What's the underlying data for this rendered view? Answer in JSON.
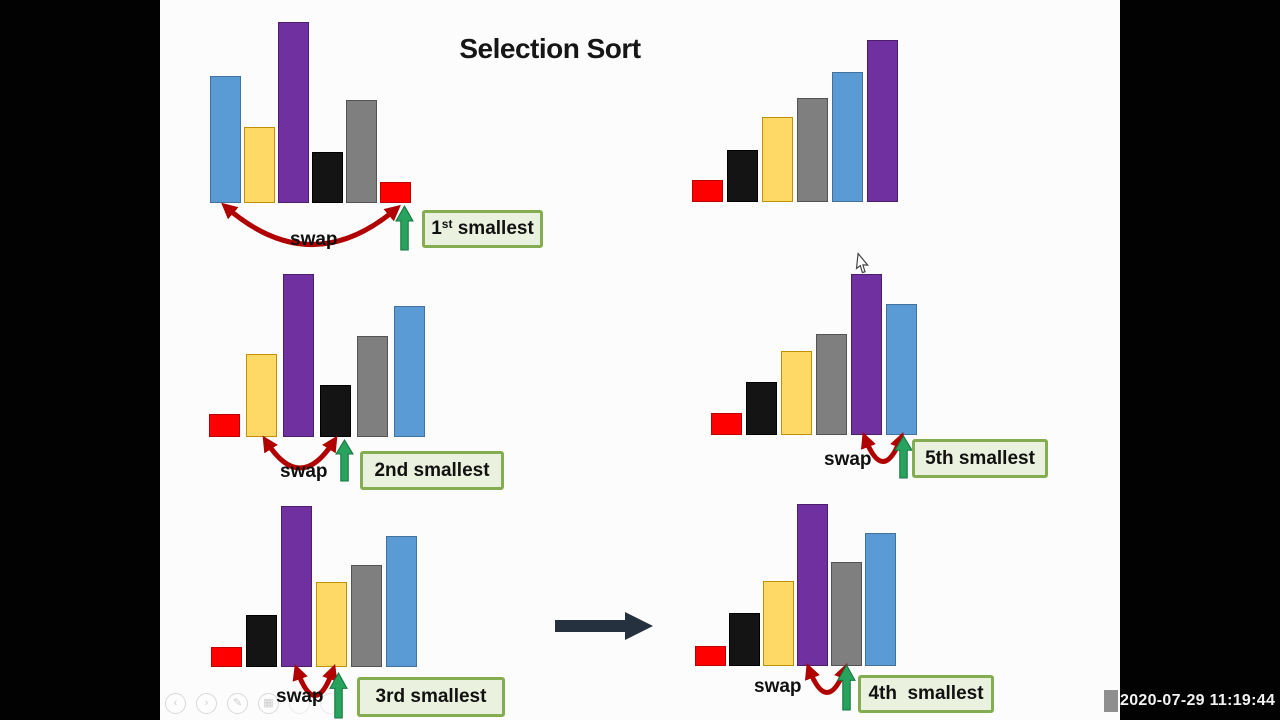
{
  "title": "Selection Sort",
  "timestamp": "2020-07-29 11:19:44",
  "colors": {
    "swap_arrow": "#b00000",
    "green_arrow": "#27a35e",
    "green_arrow_border": "#14763f",
    "label_bg": "#eaf1de",
    "label_border": "#84ad52",
    "flow_arrow": "#26313f",
    "title_text": "#161616",
    "timestamp_chip": "#8f8f8f",
    "timestamp_text": "#f2f2f2",
    "bars": {
      "red": "#ff0000",
      "black": "#141414",
      "yellow": "#ffd966",
      "gray": "#7f7f7f",
      "blue": "#5b9bd5",
      "purple": "#7030a0"
    },
    "bar_borders": {
      "red": "#c00000",
      "black": "#000000",
      "yellow": "#bf9000",
      "gray": "#545454",
      "blue": "#41719c",
      "purple": "#4b1e6e"
    }
  },
  "player": {
    "controls": [
      "previous",
      "next",
      "pen",
      "slides",
      "more",
      "more"
    ]
  },
  "diagrams": [
    {
      "name": "step-1-initial",
      "bars": [
        {
          "color": "blue",
          "height": 127
        },
        {
          "color": "yellow",
          "height": 76
        },
        {
          "color": "purple",
          "height": 181
        },
        {
          "color": "black",
          "height": 51
        },
        {
          "color": "gray",
          "height": 103
        },
        {
          "color": "red",
          "height": 21
        }
      ],
      "swap_label": "swap",
      "smallest": {
        "base": "1",
        "sup": "st",
        "rest": " smallest"
      }
    },
    {
      "name": "final-sorted",
      "bars": [
        {
          "color": "red",
          "height": 22
        },
        {
          "color": "black",
          "height": 52
        },
        {
          "color": "yellow",
          "height": 85
        },
        {
          "color": "gray",
          "height": 104
        },
        {
          "color": "blue",
          "height": 130
        },
        {
          "color": "purple",
          "height": 162
        }
      ]
    },
    {
      "name": "step-2",
      "bars": [
        {
          "color": "red",
          "height": 23
        },
        {
          "color": "yellow",
          "height": 83
        },
        {
          "color": "purple",
          "height": 163
        },
        {
          "color": "black",
          "height": 52
        },
        {
          "color": "gray",
          "height": 101
        },
        {
          "color": "blue",
          "height": 131
        }
      ],
      "swap_label": "swap",
      "smallest": {
        "base": "2nd",
        "sup": "",
        "rest": " smallest"
      }
    },
    {
      "name": "step-5",
      "bars": [
        {
          "color": "red",
          "height": 22
        },
        {
          "color": "black",
          "height": 53
        },
        {
          "color": "yellow",
          "height": 84
        },
        {
          "color": "gray",
          "height": 101
        },
        {
          "color": "purple",
          "height": 161
        },
        {
          "color": "blue",
          "height": 131
        }
      ],
      "swap_label": "swap",
      "smallest": {
        "base": "5th",
        "sup": "",
        "rest": " smallest"
      }
    },
    {
      "name": "step-3",
      "bars": [
        {
          "color": "red",
          "height": 20
        },
        {
          "color": "black",
          "height": 52
        },
        {
          "color": "purple",
          "height": 161
        },
        {
          "color": "yellow",
          "height": 85
        },
        {
          "color": "gray",
          "height": 102
        },
        {
          "color": "blue",
          "height": 131
        }
      ],
      "swap_label": "swap",
      "smallest": {
        "base": "3rd",
        "sup": "",
        "rest": " smallest"
      }
    },
    {
      "name": "step-4",
      "bars": [
        {
          "color": "red",
          "height": 20
        },
        {
          "color": "black",
          "height": 53
        },
        {
          "color": "yellow",
          "height": 85
        },
        {
          "color": "purple",
          "height": 162
        },
        {
          "color": "gray",
          "height": 104
        },
        {
          "color": "blue",
          "height": 133
        }
      ],
      "swap_label": "swap",
      "smallest": {
        "base": "4th",
        "sup": "",
        "rest": "  smallest"
      }
    }
  ]
}
